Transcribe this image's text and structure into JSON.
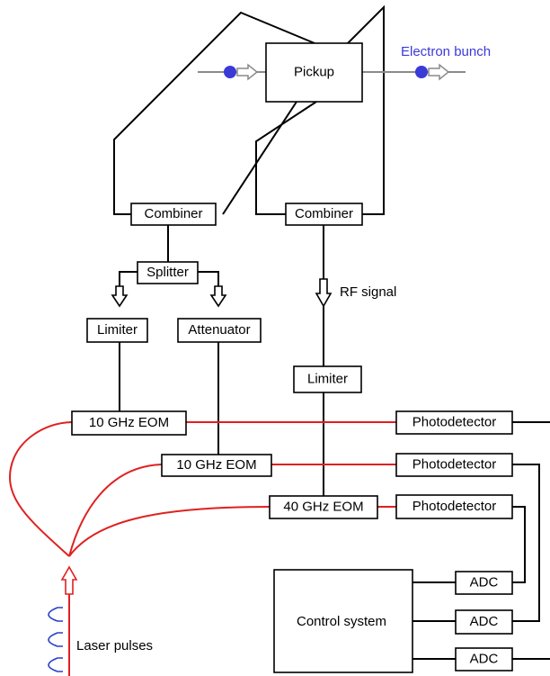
{
  "labels": {
    "electron_bunch": "Electron bunch",
    "pickup": "Pickup",
    "combiner_left": "Combiner",
    "combiner_right": "Combiner",
    "splitter": "Splitter",
    "limiter_left": "Limiter",
    "attenuator": "Attenuator",
    "rf_signal": "RF signal",
    "limiter_right": "Limiter",
    "eom_10_top": "10 GHz EOM",
    "eom_10_mid": "10 GHz EOM",
    "eom_40": "40 GHz EOM",
    "photodetector_1": "Photodetector",
    "photodetector_2": "Photodetector",
    "photodetector_3": "Photodetector",
    "adc_1": "ADC",
    "adc_2": "ADC",
    "adc_3": "ADC",
    "control_system": "Control system",
    "laser_pulses": "Laser pulses"
  },
  "colors": {
    "electron": "#3a3ad8",
    "laser": "#e02020",
    "pulse": "#2840c8",
    "line": "#000000"
  }
}
